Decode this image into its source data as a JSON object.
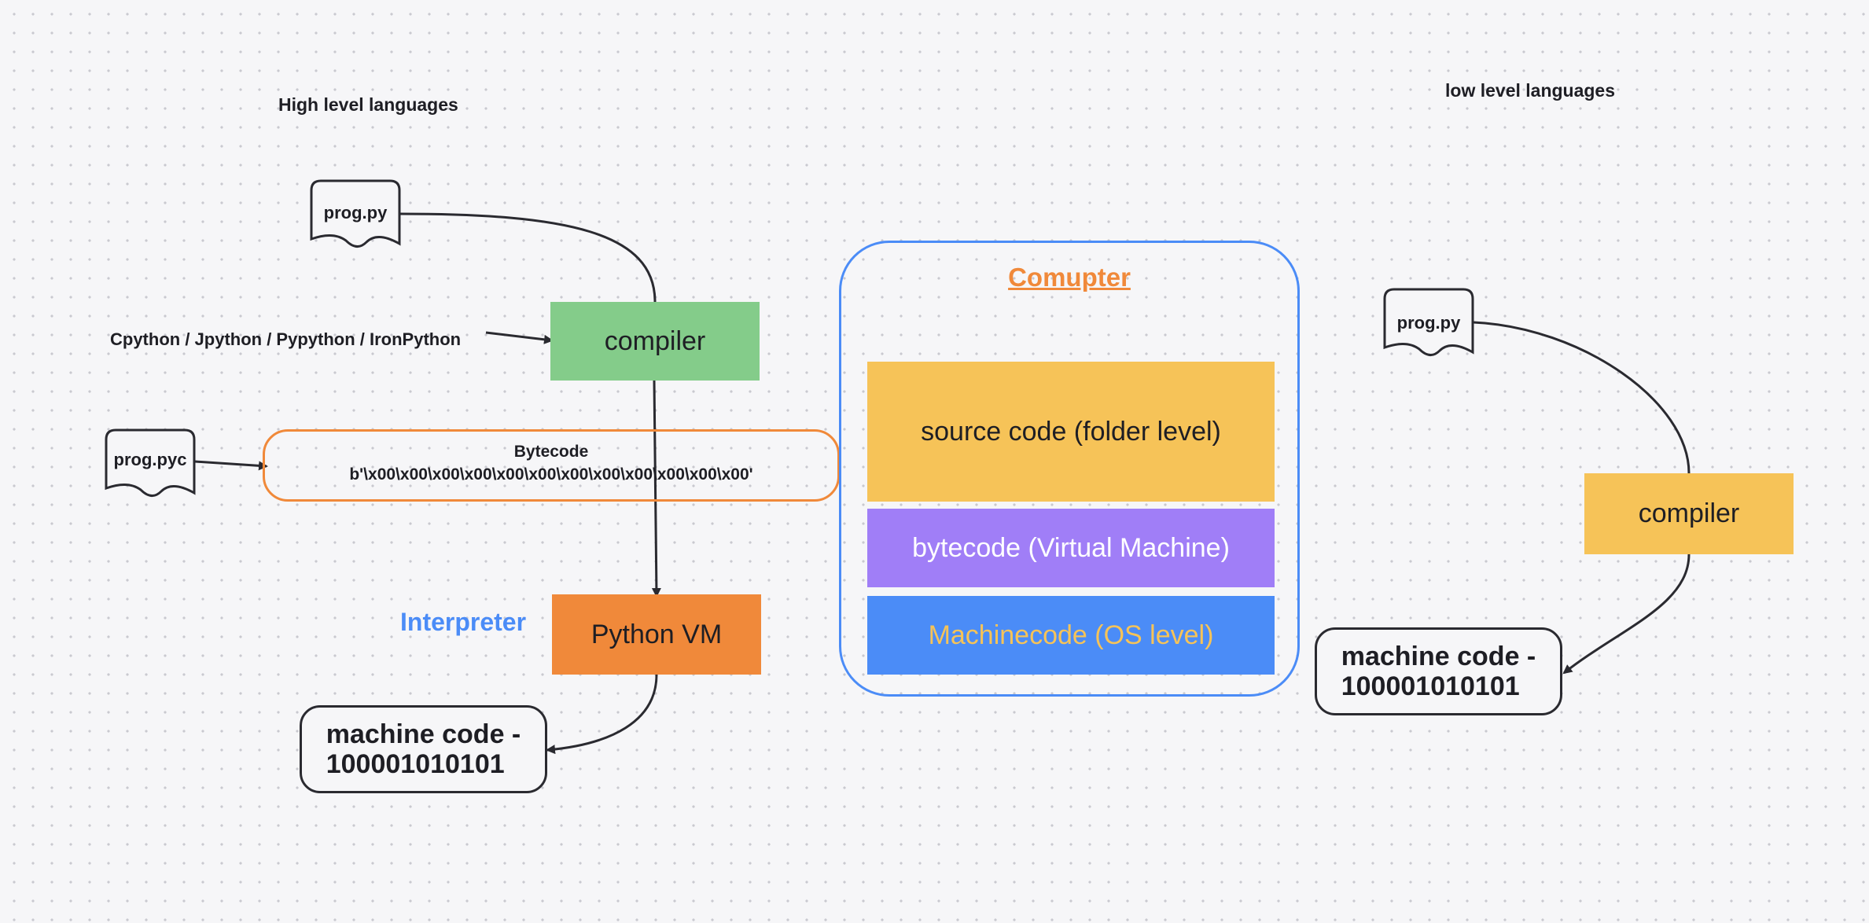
{
  "left_section": {
    "title": "High level languages",
    "source_file": "prog.py",
    "implementations_label": "Cpython / Jpython / Pypython / IronPython",
    "compiler_label": "compiler",
    "bytecode_file": "prog.pyc",
    "bytecode_title": "Bytecode",
    "bytecode_value": "b'\\x00\\x00\\x00\\x00\\x00\\x00\\x00\\x00\\x00\\x00\\x00\\x00'",
    "interpreter_label": "Interpreter",
    "vm_label": "Python VM",
    "machine_code_line1": "machine code -",
    "machine_code_line2": "100001010101"
  },
  "computer_section": {
    "title": "Comupter",
    "layers": [
      {
        "label": "source code (folder level)",
        "color": "#f6c358",
        "text_color": "#1e1e24"
      },
      {
        "label": "bytecode (Virtual Machine)",
        "color": "#a07ef7",
        "text_color": "#ffffff"
      },
      {
        "label": "Machinecode (OS level)",
        "color": "#4b8cf7",
        "text_color": "#f6c358"
      }
    ],
    "border_color": "#4b8cf7",
    "title_color": "#f0893a"
  },
  "right_section": {
    "title": "low level languages",
    "source_file": "prog.py",
    "compiler_label": "compiler",
    "machine_code_line1": "machine code -",
    "machine_code_line2": "100001010101"
  },
  "colors": {
    "compiler_green": "#84cc8a",
    "vm_orange": "#f0893a",
    "compiler_yellow": "#f6c358",
    "interpreter_blue": "#4b8cf7",
    "bytecode_border": "#f0893a"
  }
}
